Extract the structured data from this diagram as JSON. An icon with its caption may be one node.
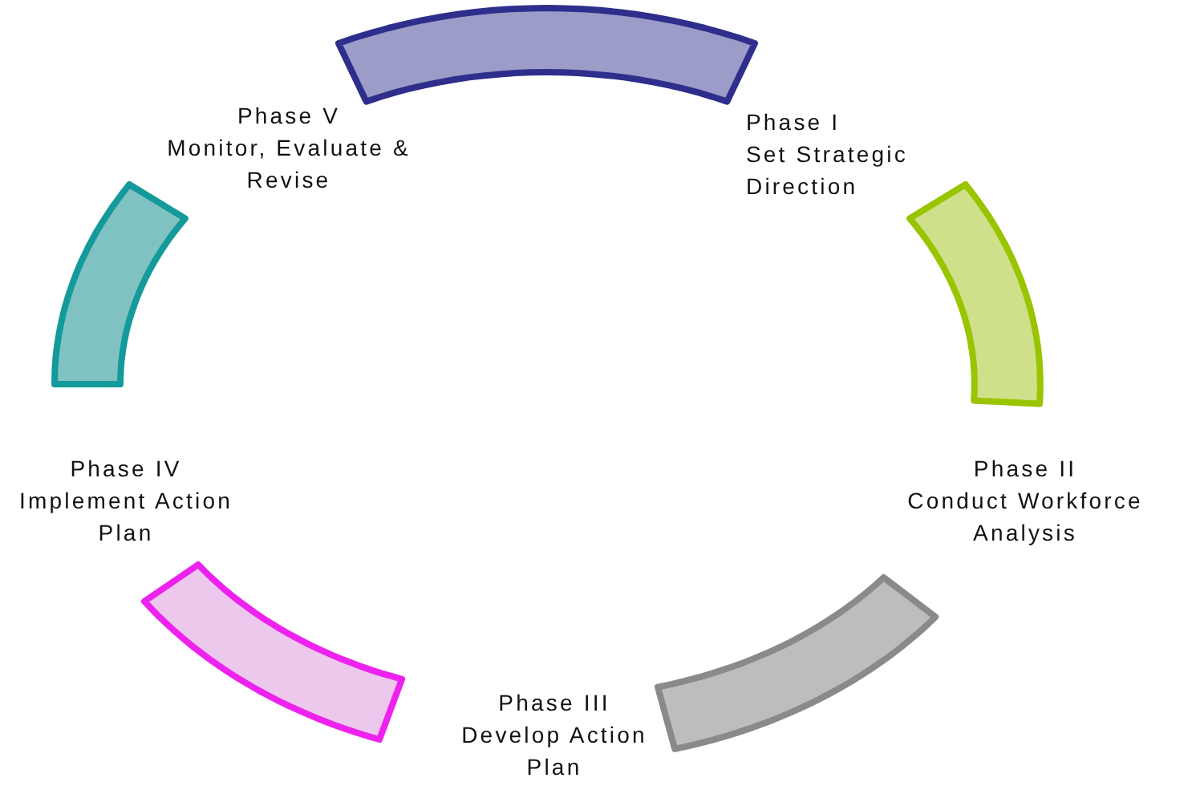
{
  "diagram": {
    "nodes": [
      {
        "text": [
          "Phase I",
          "Set Strategic Direction"
        ]
      },
      {
        "text": [
          "Phase II",
          "Conduct Workforce Analysis"
        ]
      },
      {
        "text": [
          "Phase III",
          "Develop Action Plan"
        ]
      },
      {
        "text": [
          "Phase IV",
          "Implement Action Plan"
        ]
      },
      {
        "text": [
          "Phase V",
          "Monitor, Evaluate & Revise"
        ]
      }
    ]
  }
}
